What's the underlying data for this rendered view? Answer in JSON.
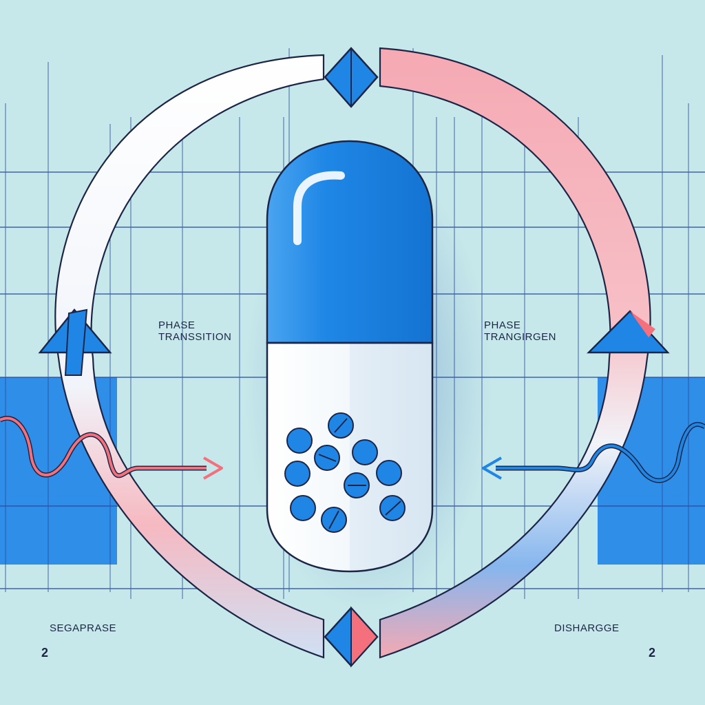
{
  "labels": {
    "left_phase_line1": "PHASE",
    "left_phase_line2": "TRANSSITION",
    "right_phase_line1": "PHASE",
    "right_phase_line2": "TRANGIRGEN",
    "bottom_left_label": "SEGAPRASE",
    "bottom_left_number": "2",
    "bottom_right_label": "DISHARGGE",
    "bottom_right_number": "2"
  },
  "icons": {
    "top_marker": "diamond-arrow-icon",
    "bottom_marker": "diamond-arrow-icon",
    "left_cycle_arrowhead": "arrowhead-up-icon",
    "right_cycle_arrowhead": "arrowhead-up-icon",
    "center_object": "capsule-icon",
    "tablets": "tablet-icon"
  },
  "colors": {
    "background": "#c7e8ea",
    "grid": "#2b4c9c",
    "band_blue": "#1f8be8",
    "capsule_blue": "#1a84e4",
    "capsule_white": "#eef5f8",
    "accent_pink": "#f4707c",
    "ring_light": "#eef2f8",
    "ink": "#1c2545"
  }
}
